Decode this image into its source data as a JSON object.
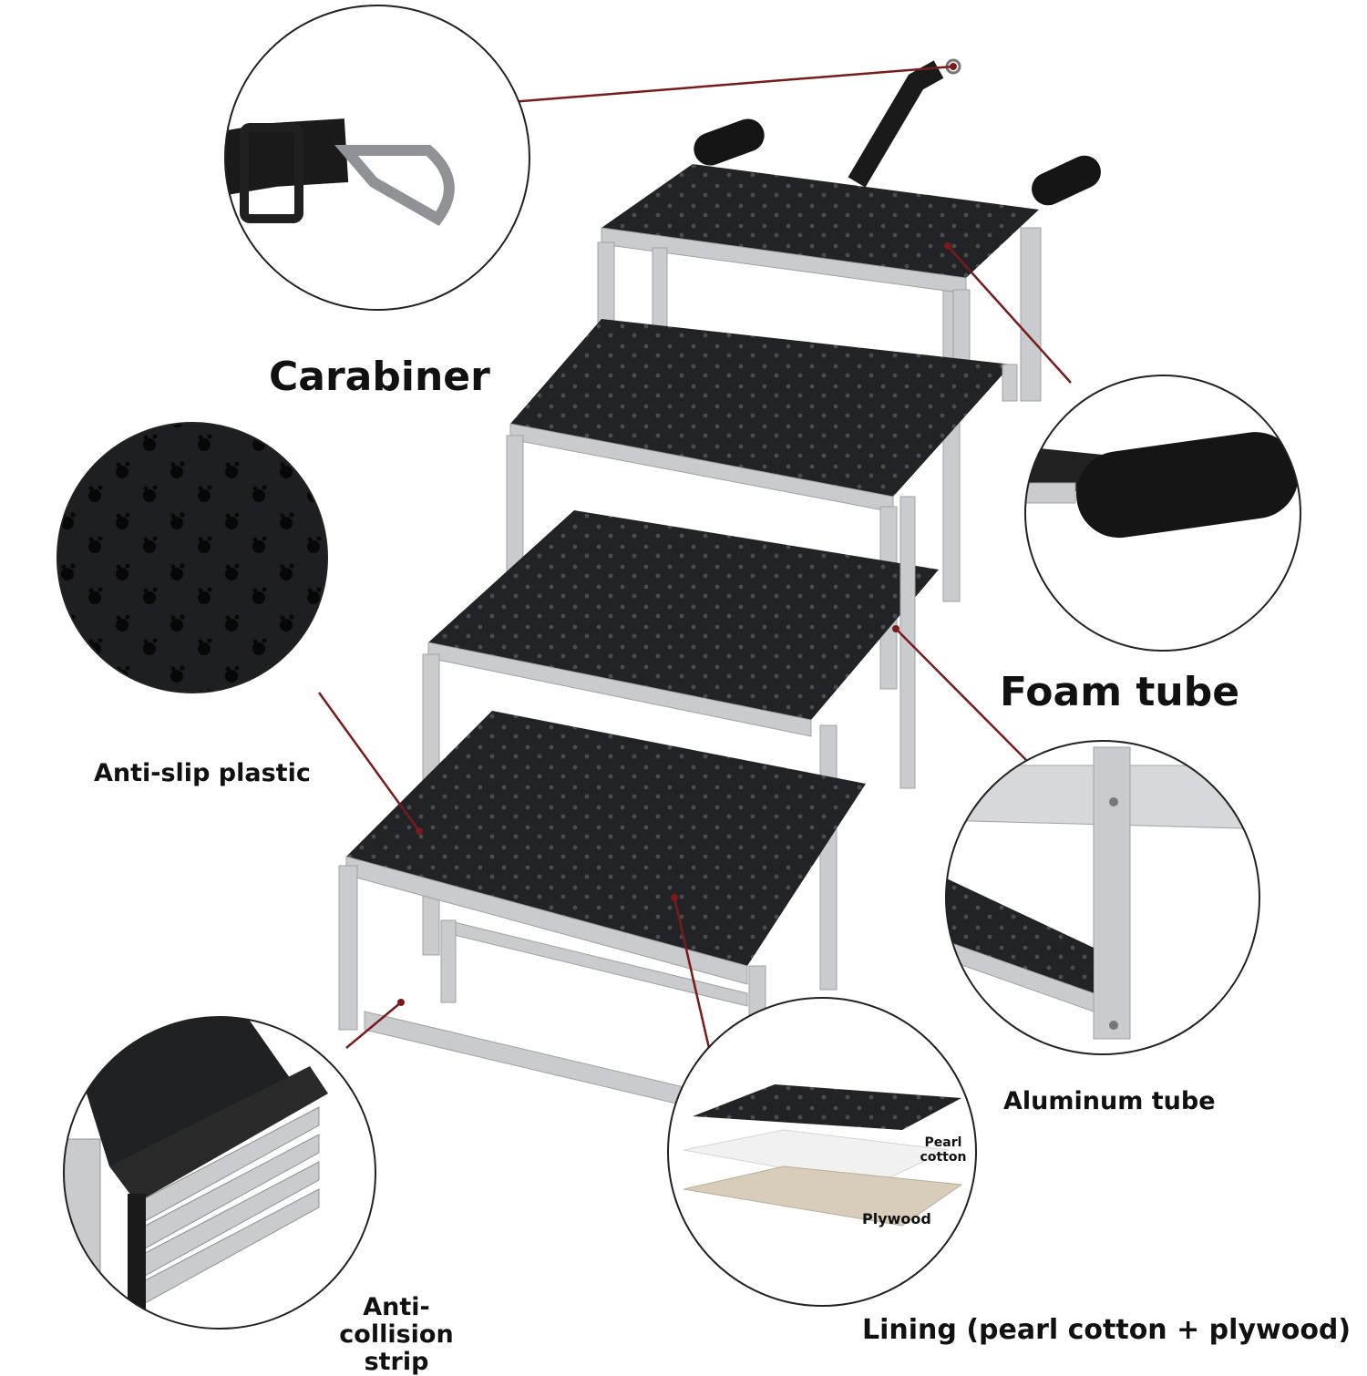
{
  "labels": {
    "carabiner": "Carabiner",
    "foam_tube": "Foam tube",
    "anti_slip": "Anti-slip plastic",
    "aluminum_tube": "Aluminum tube",
    "anti_collision": "Anti-collision strip",
    "lining": "Lining (pearl cotton + plywood)",
    "pearl_cotton": "Pearl cotton",
    "plywood": "Plywood"
  },
  "colors": {
    "leader_line": "#7a1a1a",
    "frame": "#c9cbce",
    "fabric": "#1f2023",
    "foam": "#151515"
  }
}
